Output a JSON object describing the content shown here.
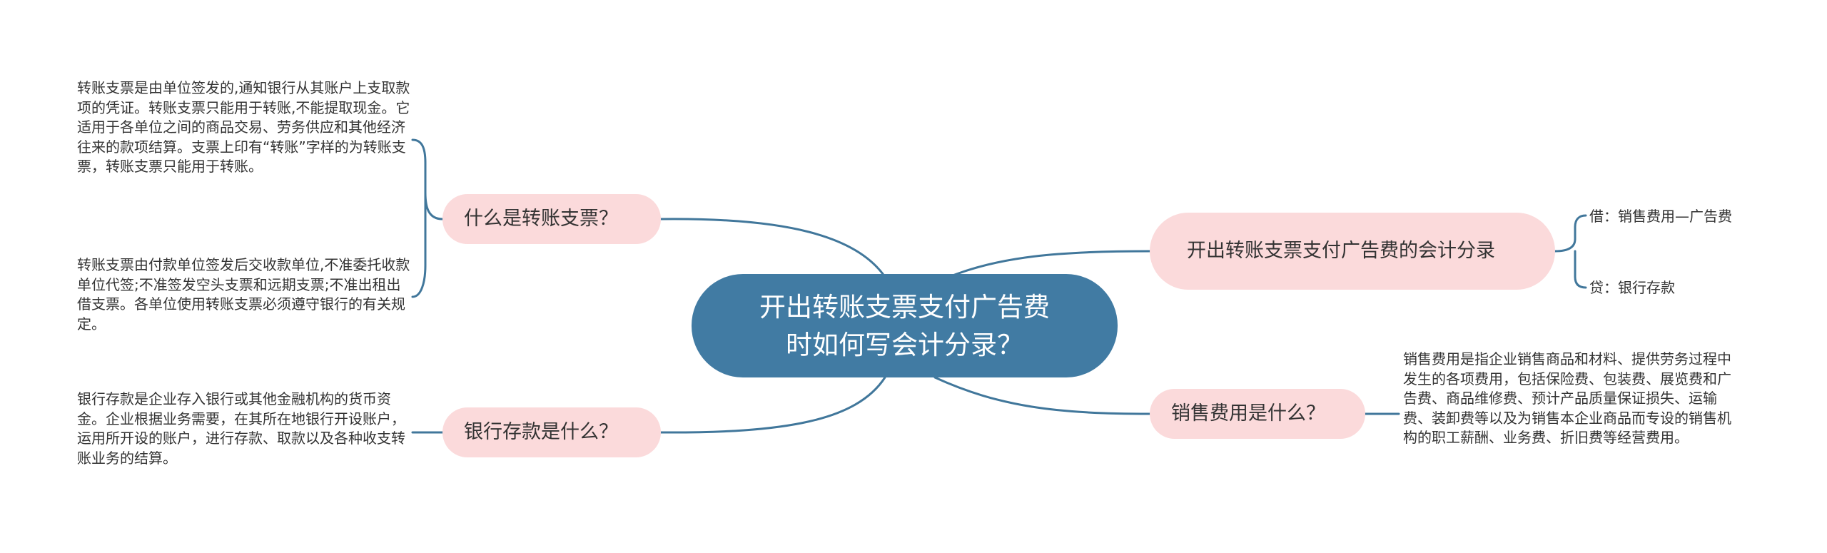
{
  "root": {
    "label": "开出转账支票支付广告费时如何写会计分录？"
  },
  "topics": {
    "transfer_check": {
      "label": "什么是转账支票？"
    },
    "bank_deposit": {
      "label": "银行存款是什么？"
    },
    "journal_entry": {
      "label": "开出转账支票支付广告费的会计分录"
    },
    "selling_expense": {
      "label": "销售费用是什么？"
    }
  },
  "notes": {
    "transfer_check_1": "转账支票是由单位签发的,通知银行从其账户上支取款项的凭证。转账支票只能用于转账,不能提取现金。它适用于各单位之间的商品交易、劳务供应和其他经济往来的款项结算。支票上印有“转账”字样的为转账支票，转账支票只能用于转账。",
    "transfer_check_2": "转账支票由付款单位签发后交收款单位,不准委托收款单位代签;不准签发空头支票和远期支票;不准出租出借支票。各单位使用转账支票必须遵守银行的有关规定。",
    "bank_deposit_1": "银行存款是企业存入银行或其他金融机构的货币资金。企业根据业务需要，在其所在地银行开设账户，运用所开设的账户，进行存款、取款以及各种收支转账业务的结算。",
    "selling_expense_1": "销售费用是指企业销售商品和材料、提供劳务过程中发生的各项费用，包括保险费、包装费、展览费和广告费、商品维修费、预计产品质量保证损失、运输费、装卸费等以及为销售本企业商品而专设的销售机构的职工薪酬、业务费、折旧费等经营费用。"
  },
  "leaves": {
    "debit": "借：销售费用—广告费",
    "credit": "贷：银行存款"
  },
  "colors": {
    "root_fill": "#417ba3",
    "topic_fill": "#fbdadb",
    "connector": "#41779b"
  }
}
